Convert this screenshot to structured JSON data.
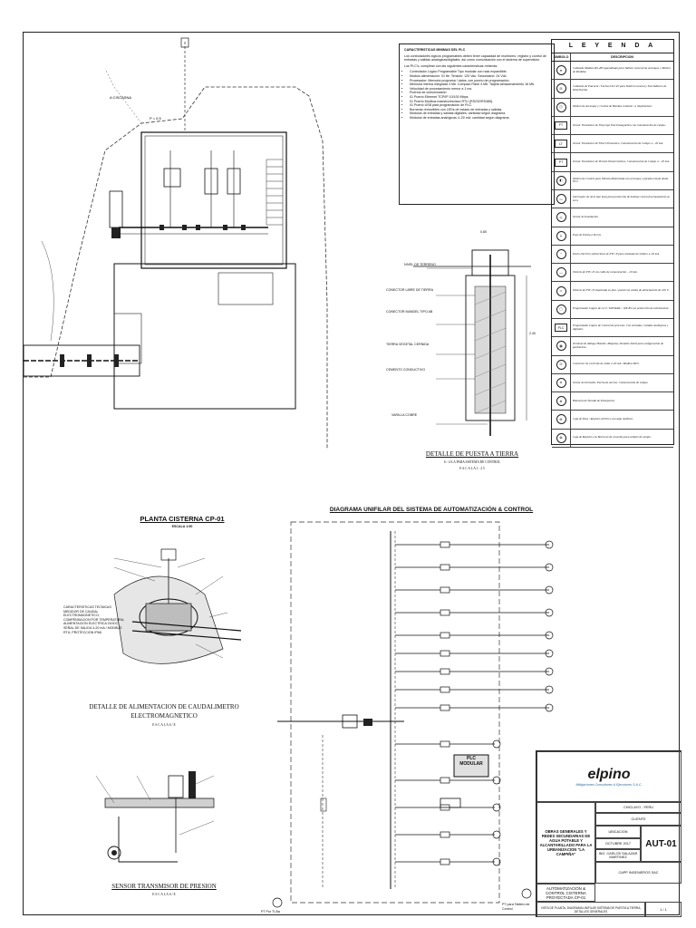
{
  "plc_box": {
    "title": "CARACTERISTICAS MINIMAS DEL PLC",
    "intro": "Los controladores lógicos programables deben tener capacidad de monitoreo, registro y control de entradas y salidas analógicas/digitales, así como comunicación con el sistema de supervisión.",
    "lead": "Los PLC's, cumplirán con las siguientes características mínimas:",
    "items": [
      "Controlador Lógico Programable Tipo modular con rack expandible.",
      "Módulo alimentación: 01 fte. Tensión: 120 Vac. Secundario: 24 Vdc.",
      "Procesador: Memoria programa / datos, con puerto de programación.",
      "Memoria interna integrada 4 Mb. Compact Flash 4 Mb. Tarjeta almacenamiento 16 Mb.",
      "Velocidad de procesamiento menor a 1 ms.",
      "Puertos de comunicación:",
      "01 Puerto Ethernet TCP/IP 10/100 Mbps.",
      "01 Puerto Modbus maestro/esclavo RTU (RS232/RS485).",
      "01 Puerto USB para programación de PLC.",
      "Borneras removibles con LEDs de estado de entradas y salidas.",
      "Módulos de entradas y salidas digitales: cantidad según diagrama.",
      "Módulos de entradas analógicas 4–20 mA: cantidad según diagrama."
    ]
  },
  "legend": {
    "title": "L E Y E N D A",
    "col_symbol": "SIMBOLO",
    "col_desc": "DESCRIPCION",
    "rows": [
      {
        "sym": "≋",
        "desc": "Cableado Modbus RS-485 apantallado para Tablero General de Arranque y Tablero de Medidor."
      },
      {
        "sym": "⊟",
        "desc": "Cableado de Potencia / Fuerza 0.6/1 kV para Tablero General y Sub-Tableros de Distribución."
      },
      {
        "sym": "◫",
        "desc": "Tablero de Arranque y Control de Bombas existente / a implementar."
      },
      {
        "sym": "FT",
        "desc": "Sensor Transmisor de Flujo tipo Electromagnético con comunicación de campo."
      },
      {
        "sym": "LT",
        "desc": "Sensor Transmisor de Nivel Ultrasónico, Comunicación de Campo 4 – 20 mA."
      },
      {
        "sym": "PT",
        "desc": "Sensor Transmisor de Presión Piezorresistivo, Comunicación de Campo 4 – 20 mA."
      },
      {
        "sym": "◧",
        "desc": "Tablero de Control para Válvula Motorizada con arranque y parada remota desde PLC."
      },
      {
        "sym": "▭",
        "desc": "Interruptor de nivel tipo boya para protección de bombas contra funcionamiento en seco."
      },
      {
        "sym": "◎",
        "desc": "Sensor de Inundación."
      },
      {
        "sym": "⏚",
        "desc": "Pozo de Puesta a Tierra."
      },
      {
        "sym": "┈",
        "desc": "Ducto eléctrico subterráneo de PVC-P para cableado de señales 4–20 mA."
      },
      {
        "sym": "—",
        "desc": "Tubería de PVC-P con cable de comunicación – 20 mm."
      },
      {
        "sym": "═",
        "desc": "Tubería de PVC-P empotrada en piso / pared con cables de alimentación de 220 V."
      },
      {
        "sym": "▢",
        "desc": "Programador Lógico de 24 V / DIN RAIL / 16E-8S con protección de sobretensión."
      },
      {
        "sym": "PLC",
        "desc": "Programador Lógico de Control de procesos. Con entradas y salidas analógicas y digitales."
      },
      {
        "sym": "▦",
        "desc": "Terminal de diálogo Hombre–Máquina, Pantalla Táctil para configuración de parámetros."
      },
      {
        "sym": "⊡",
        "desc": "Conversor de corriente de señal 4–20 mA / Modbus RTU."
      },
      {
        "sym": "⊘",
        "desc": "Sensor de Intrusión: Puerta de Acceso. Comunicación de campo."
      },
      {
        "sym": "⊕",
        "desc": "Botonera de Parada de Emergencia."
      },
      {
        "sym": "⊞",
        "desc": "Caja de Paso / Registro eléctrico con tapa metálica."
      },
      {
        "sym": "⊠",
        "desc": "Caja de Registro con Borneras de conexión para señales de campo."
      }
    ]
  },
  "labels": {
    "planta_title": "PLANTA CISTERNA CP-01",
    "planta_scale": "ESCALA 1:50",
    "tierra_title": "DETALLE DE PUESTA A TIERRA",
    "tierra_sub": "S.- 4 S.A PARA SISTEMA DE CONTROL",
    "tierra_scale": "E S C A L A   1 : 2 5",
    "caudal_title_1": "DETALLE DE ALIMENTACION DE CAUDALIMETRO",
    "caudal_title_2": "ELECTROMAGNETICO",
    "caudal_scale": "E S C A L A   S / E",
    "presion_title": "SENSOR TRANSMISOR DE PRESION",
    "presion_scale": "E S C A L A   S / E",
    "diagram_title": "DIAGRAMA UNIFILAR DEL SISTEMA DE AUTOMATIZACIÓN & CONTROL",
    "plc_block_1": "PLC",
    "plc_block_2": "MODULAR",
    "tierra_notes": [
      "NIVEL DE TERRENO",
      "CONECTOR LIBRE DE TIERRA",
      "CONECTOR MANDEL TIPO AB",
      "TIERRA VEGETAL CERNIDA",
      "CEMENTO CONDUCTIVO",
      "VARILLA COBRE"
    ],
    "dim_1": "2.40",
    "dim_2": "0.80",
    "pt_label": "PT Por TI-Ba",
    "presion_small": "PT para Tablero de Control"
  },
  "title_block": {
    "company": "elpino",
    "company_sub": "Mitigaciones Consultores & Ejecutores S.A.C.",
    "project": "OBRAS GENERALES Y REDES SECUNDARIAS DE AGUA POTABLE Y ALCANTARILLADO PARA LA URBANIZACION \"LA CAMPIÑA\"",
    "location": "CHICLAYO - PERU",
    "client": "CLIENTE",
    "ubicacion": "UBICACION",
    "fecha": "OCTUBRE 2017",
    "disenado": "ING. CARLOS SALAZAR MARTINEZ",
    "revisado": "CAPP INGENIEROS SAC",
    "sheet_title": "AUTOMATIZACIÓN & CONTROL CISTERNA PROYECTADA CP-01",
    "sheet_desc": "VISTA DE PLANTA, DIAGRAMA UNIFILAR SISTEMA DE PUESTA A TIERRA, DETALLES GENERALES",
    "code": "AUT-01",
    "scale": "1 / 1"
  }
}
